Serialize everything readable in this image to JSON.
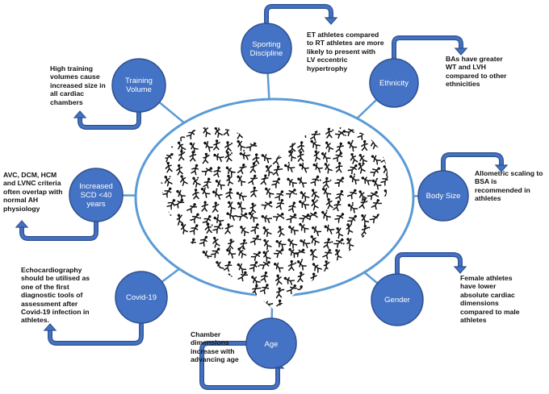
{
  "colors": {
    "node_fill": "#4472c4",
    "node_stroke": "#2f528f",
    "ring": "#5b9bd5",
    "connector": "#2f528f",
    "heart_icons": "#111111"
  },
  "center": {
    "heart_icon": "heart-of-sport-pictograms-icon"
  },
  "nodes": [
    {
      "id": "sporting-discipline",
      "label": "Sporting Discipline",
      "note": "ET athletes compared to RT athletes are more likely to  present with LV eccentric hypertrophy"
    },
    {
      "id": "ethnicity",
      "label": "Ethnicity",
      "note": "BAs have greater WT and LVH compared to other ethnicities"
    },
    {
      "id": "body-size",
      "label": "Body Size",
      "note": "Allometric scaling to BSA is recommended in athletes"
    },
    {
      "id": "gender",
      "label": "Gender",
      "note": "Female athletes have lower absolute cardiac dimensions compared to male athletes"
    },
    {
      "id": "age",
      "label": "Age",
      "note": "Chamber dimensions increase with advancing age"
    },
    {
      "id": "covid",
      "label": "Covid-19",
      "note": "Echocardiography should be utilised as one of the first diagnostic tools of assessment after Covid-19 infection in athletes."
    },
    {
      "id": "scd",
      "label": "Increased SCD <40 years",
      "note": "AVC, DCM, HCM and LVNC criteria often overlap with normal AH physiology"
    },
    {
      "id": "training-volume",
      "label": "Training Volume",
      "note": "High training volumes cause increased size in all cardiac chambers"
    }
  ]
}
